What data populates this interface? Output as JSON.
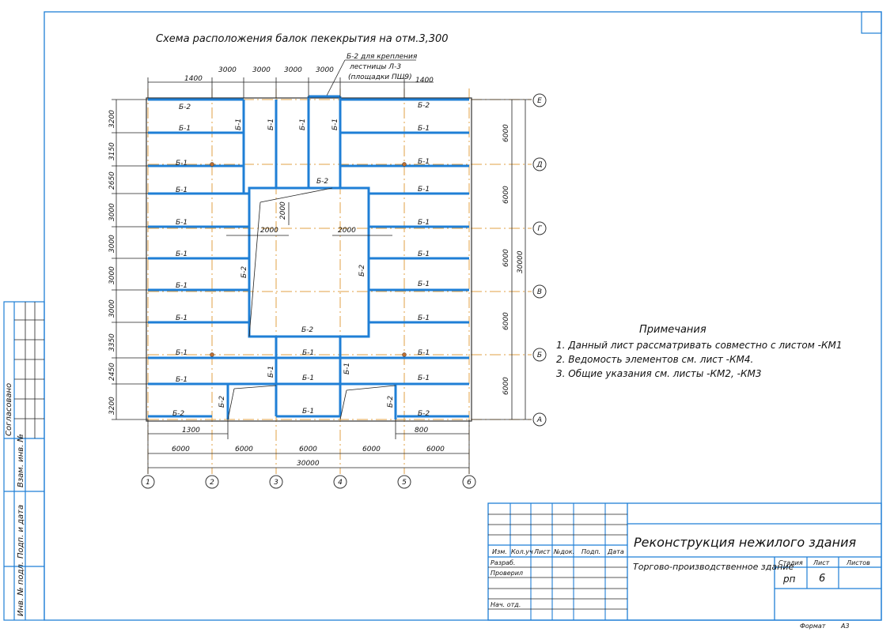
{
  "title": "Схема расположения балок пекекрытия на отм.3,300",
  "stair_note": {
    "line1": "Б-2 для крепления",
    "line2": "лестницы Л-3",
    "line3": "(площадки ПШ9)"
  },
  "axes_letters": [
    "Е",
    "Д",
    "Г",
    "В",
    "Б",
    "А"
  ],
  "axes_numbers": [
    "1",
    "2",
    "3",
    "4",
    "5",
    "6"
  ],
  "dims_top": [
    "1400",
    "3000",
    "3000",
    "3000",
    "3000",
    "1400"
  ],
  "dims_bottom_small": [
    "1300",
    "800"
  ],
  "dims_bottom": [
    "6000",
    "6000",
    "6000",
    "6000",
    "6000"
  ],
  "dim_total_bottom": "30000",
  "dims_left": [
    "3200",
    "3150",
    "2650",
    "3000",
    "3000",
    "3000",
    "3000",
    "3350",
    "2450",
    "3200"
  ],
  "dims_right": [
    "6000",
    "6000",
    "6000",
    "6000",
    "6000"
  ],
  "dim_total_right": "30000",
  "opening_dims": [
    "2000",
    "2000",
    "2000"
  ],
  "beam_labels": {
    "b1": "Б-1",
    "b2": "Б-2"
  },
  "notes": {
    "heading": "Примечания",
    "items": [
      "1. Данный лист рассматривать совместно с листом -КМ1",
      "2. Ведомость элементов см. лист -КМ4.",
      "3. Общие указания см. листы -КМ2, -КМ3"
    ]
  },
  "side_stamp": [
    "Согласовано",
    "Взам. инв. №",
    "Подп. и дата",
    "Инв. № подл."
  ],
  "title_block": {
    "headers": [
      "Изм.",
      "Кол.уч",
      "Лист",
      "№док.",
      "Подп.",
      "Дата"
    ],
    "roles": [
      "Разраб.",
      "Проверил",
      "Нач. отд."
    ],
    "project": "Реконструкция нежилого здания",
    "object": "Торгово-производственное здание",
    "stage_label": "Стадия",
    "sheet_label": "Лист",
    "sheets_label": "Листов",
    "stage": "рп",
    "sheet": "6",
    "format_label": "Формат",
    "format": "А3"
  }
}
